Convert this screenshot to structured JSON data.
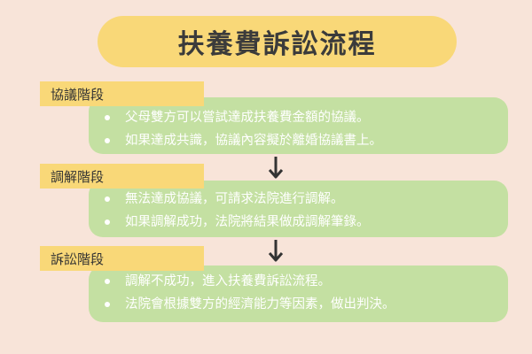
{
  "title": "扶養費訴訟流程",
  "stages": [
    {
      "label": "協議階段",
      "items": [
        "父母雙方可以嘗試達成扶養費金額的協議。",
        "如果達成共識，協議內容擬於離婚協議書上。"
      ]
    },
    {
      "label": "調解階段",
      "items": [
        "無法達成協議，可請求法院進行調解。",
        "如果調解成功，法院將結果做成調解筆錄。"
      ]
    },
    {
      "label": "訴訟階段",
      "items": [
        "調解不成功，進入扶養費訴訟流程。",
        "法院會根據雙方的經濟能力等因素，做出判決。"
      ]
    }
  ],
  "colors": {
    "background": "#f8e4d9",
    "accent_yellow": "#f9d878",
    "box_green": "#c4e0a2",
    "arrow": "#333333"
  }
}
